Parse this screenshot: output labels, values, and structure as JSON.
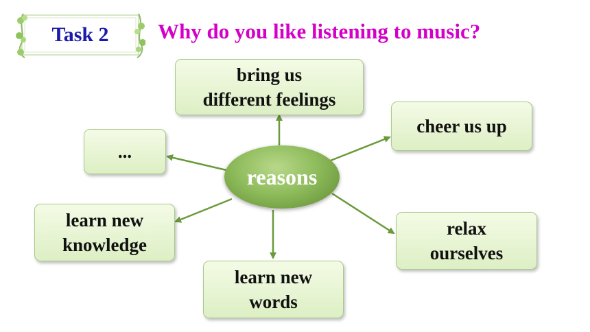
{
  "header": {
    "task_label": "Task 2",
    "question": "Why do you like listening to music?"
  },
  "mindmap": {
    "center": "reasons",
    "nodes": {
      "top": "bring us\ndifferent feelings",
      "right_top": "cheer us up",
      "left_top": "...",
      "left_bottom": "learn new\nknowledge",
      "bottom": "learn new\nwords",
      "right_bottom": "relax\nourselves"
    }
  },
  "colors": {
    "task_text": "#1a1aa8",
    "question_text": "#d400c8",
    "arrow": "#6a9a3a",
    "center_fill": "#8fbc5c"
  }
}
